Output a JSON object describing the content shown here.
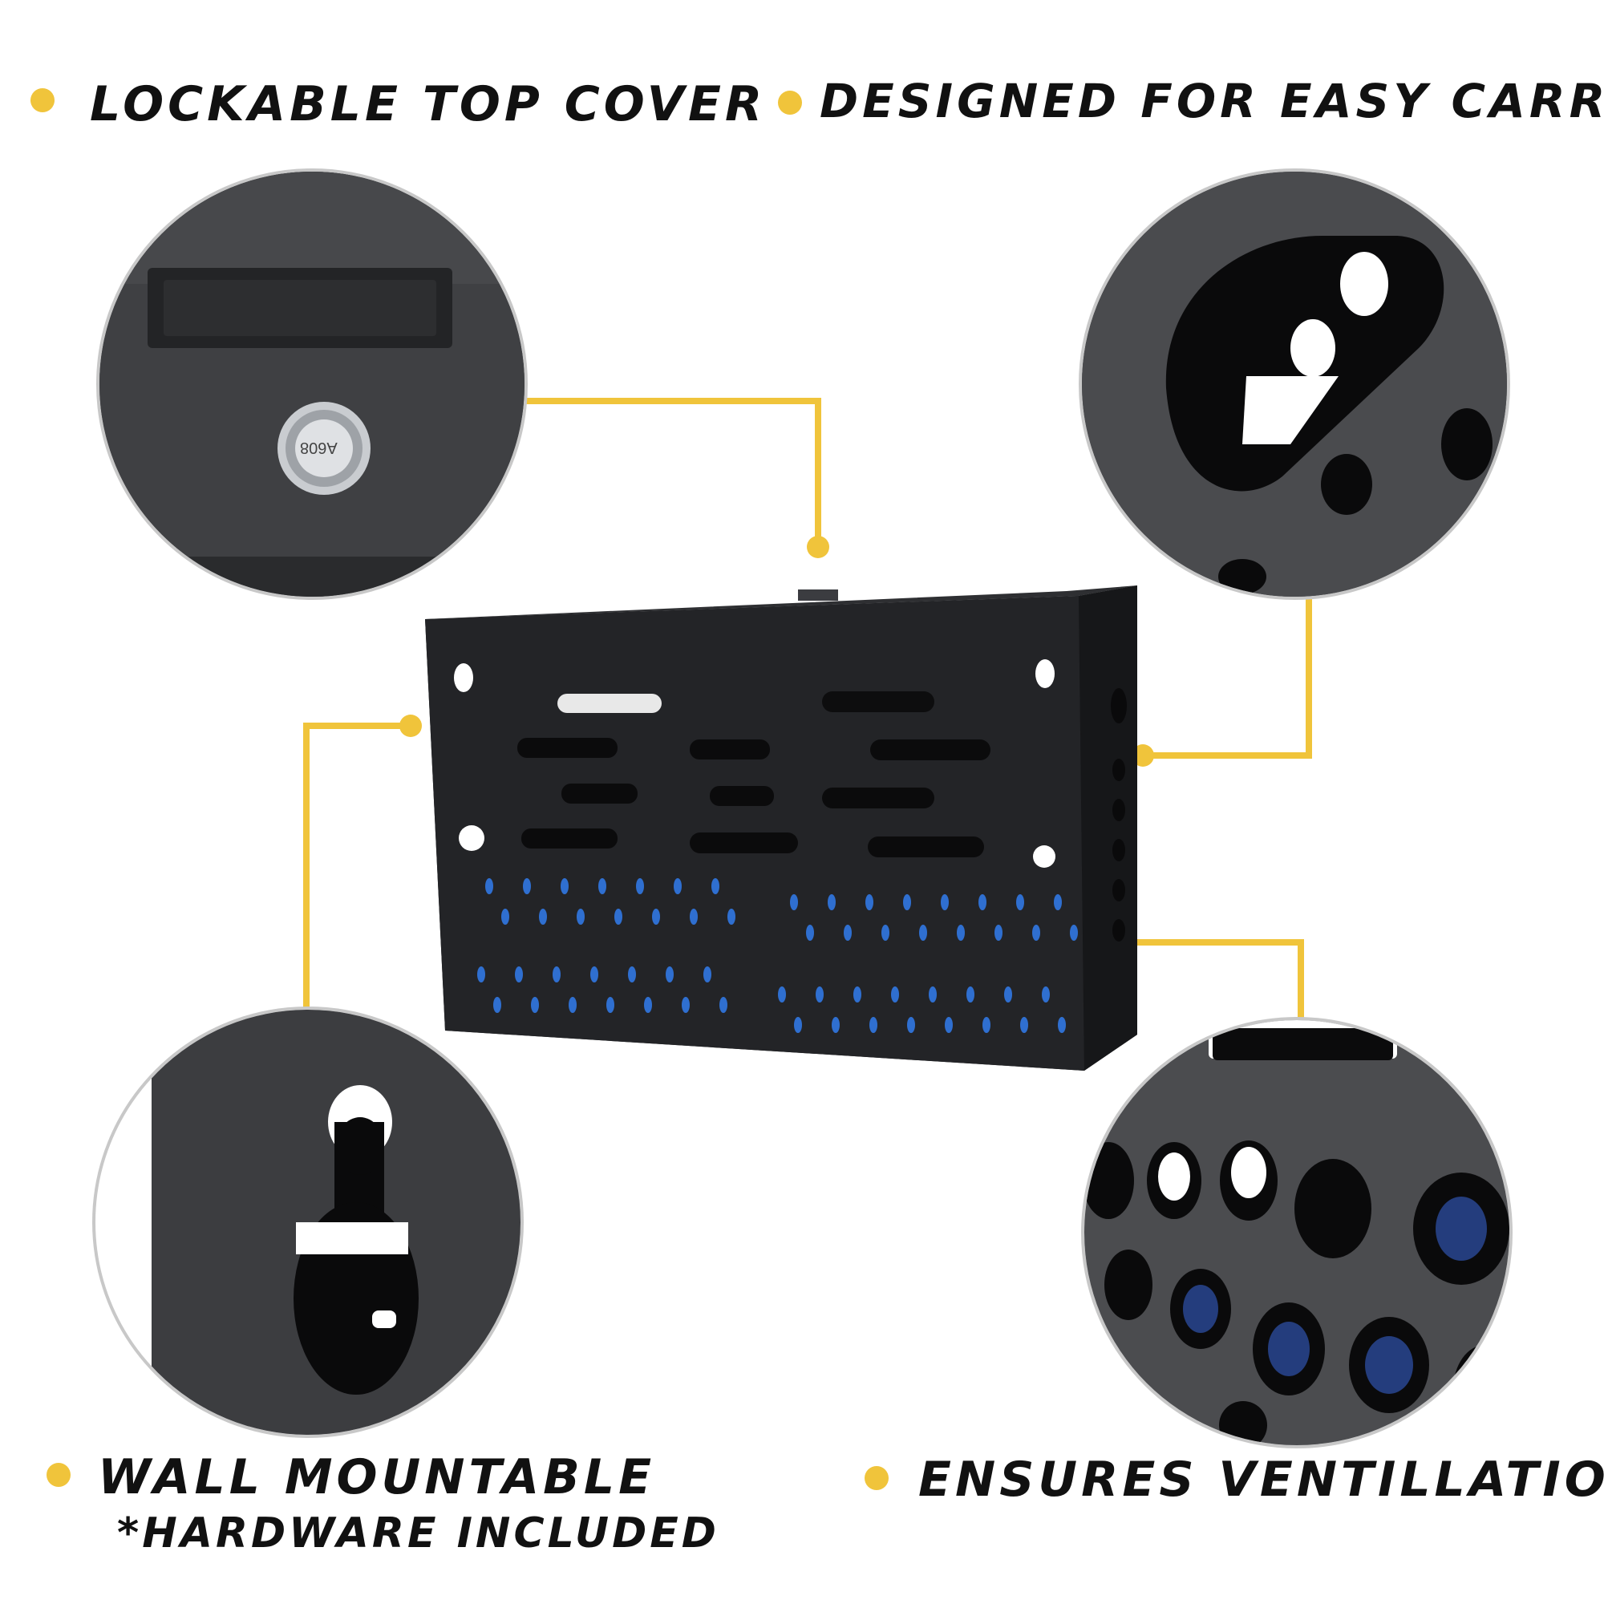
{
  "colors": {
    "accent": "#f0c43b",
    "text": "#111111",
    "product": "#1f2022",
    "vent_highlight": "#2f6fd0"
  },
  "features": {
    "top_left": {
      "label": "LOCKABLE TOP COVER"
    },
    "top_right": {
      "label": "DESIGNED FOR EASY CARRY"
    },
    "bottom_left": {
      "label": "WALL MOUNTABLE",
      "sublabel": "*HARDWARE INCLUDED"
    },
    "bottom_right": {
      "label": "ENSURES VENTILLATION"
    }
  },
  "lock": {
    "engraving": "A608"
  },
  "icons": [
    "bullet-dot-icon",
    "lock-cylinder-icon",
    "keyhole-icon"
  ]
}
